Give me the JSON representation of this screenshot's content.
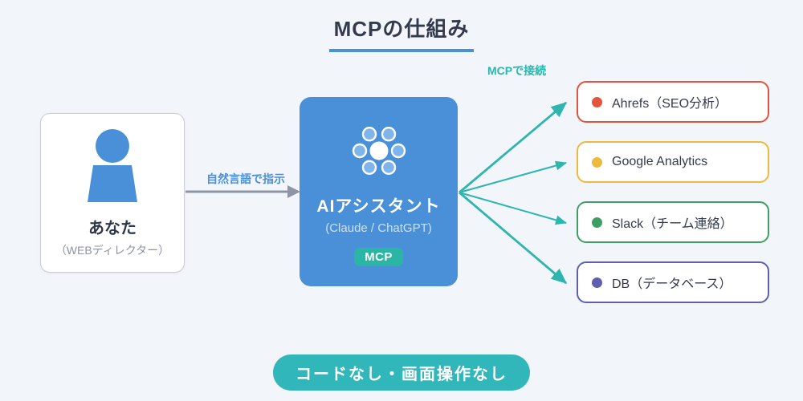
{
  "title": "MCPの仕組み",
  "user_box": {
    "name": "あなた",
    "role": "（WEBディレクター）"
  },
  "input_arrow_label": "自然言語で指示",
  "ai_box": {
    "title": "AIアシスタント",
    "subtitle": "(Claude / ChatGPT)",
    "badge": "MCP"
  },
  "connection_label": "MCPで接続",
  "services": [
    {
      "label": "Ahrefs（SEO分析）",
      "color": "#e2543f"
    },
    {
      "label": "Google Analytics",
      "color": "#edb93e"
    },
    {
      "label": "Slack（チーム連絡）",
      "color": "#3f9e61"
    },
    {
      "label": "DB（データベース）",
      "color": "#5f5fae"
    }
  ],
  "footer_badge": "コードなし・画面操作なし",
  "colors": {
    "accent_blue": "#4a90d8",
    "teal_arrow": "#2db5ae",
    "badge_teal": "#2bb5a4",
    "pill_teal": "#31b7ba",
    "text_dark": "#333b4d",
    "text_gray": "#8d939e",
    "arrow_gray": "#8f96a3",
    "background": "#f2f5fa",
    "box_border_gray": "#c9ced8"
  }
}
